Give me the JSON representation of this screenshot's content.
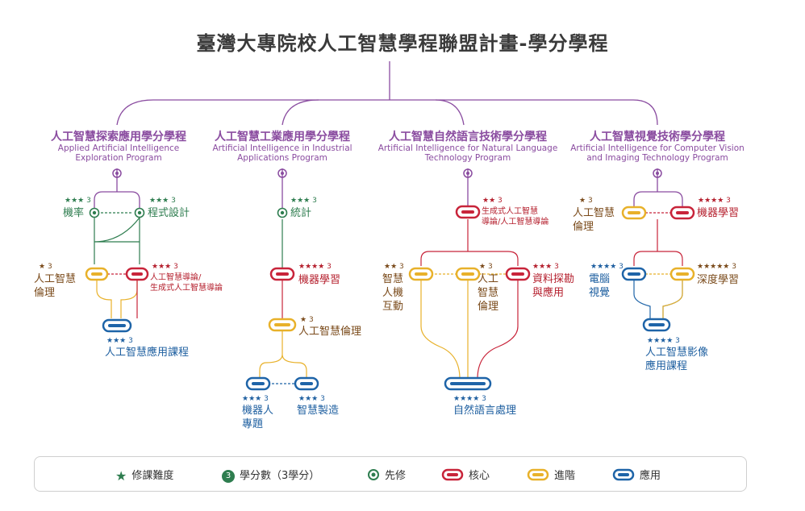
{
  "title": "臺灣大專院校人工智慧學程聯盟計畫-學分學程",
  "colors": {
    "purple": "#8a4ca0",
    "green": "#2e7d4f",
    "red": "#c8243a",
    "yellow": "#e8b12a",
    "blue": "#1e64a8"
  },
  "programs": [
    {
      "zh": "人工智慧探索應用學分學程",
      "en1": "Applied Artificial Intelligence",
      "en2": "Exploration Program"
    },
    {
      "zh": "人工智慧工業應用學分學程",
      "en1": "Artificial Intelligence in Industrial",
      "en2": "Applications Program"
    },
    {
      "zh": "人工智慧自然語言技術學分學程",
      "en1": "Artificial Intelligence for Natural Language",
      "en2": "Technology Program"
    },
    {
      "zh": "人工智慧視覺技術學分學程",
      "en1": "Artificial Intelligence for Computer Vision",
      "en2": "and Imaging Technology Program"
    }
  ],
  "courses": {
    "p1_prob": {
      "name": "機率",
      "stars": "★★★",
      "credits": "3",
      "type": "prerequisite"
    },
    "p1_prog": {
      "name": "程式設計",
      "stars": "★★★",
      "credits": "3",
      "type": "prerequisite"
    },
    "p1_ethics": {
      "name1": "人工智慧",
      "name2": "倫理",
      "stars": "★",
      "credits": "3",
      "type": "advanced"
    },
    "p1_intro": {
      "name1": "人工智慧導論/",
      "name2": "生成式人工智慧導論",
      "stars": "★★★",
      "credits": "3",
      "type": "core"
    },
    "p1_app": {
      "name": "人工智慧應用課程",
      "stars": "★★★",
      "credits": "3",
      "type": "application"
    },
    "p2_stat": {
      "name": "統計",
      "stars": "★★★",
      "credits": "3",
      "type": "prerequisite"
    },
    "p2_ml": {
      "name": "機器學習",
      "stars": "★★★★",
      "credits": "3",
      "type": "core"
    },
    "p2_ethics": {
      "name": "人工智慧倫理",
      "stars": "★",
      "credits": "3",
      "type": "advanced"
    },
    "p2_robot": {
      "name1": "機器人",
      "name2": "專題",
      "stars": "★★★",
      "credits": "3",
      "type": "application"
    },
    "p2_mfg": {
      "name": "智慧製造",
      "stars": "★★★",
      "credits": "3",
      "type": "application"
    },
    "p3_intro": {
      "name1": "生成式人工智慧",
      "name2": "導論/人工智慧導論",
      "stars": "★★",
      "credits": "3",
      "type": "core"
    },
    "p3_hci": {
      "name1": "智慧",
      "name2": "人機",
      "name3": "互動",
      "stars": "★★",
      "credits": "3",
      "type": "advanced"
    },
    "p3_ethics": {
      "name1": "人工",
      "name2": "智慧",
      "name3": "倫理",
      "stars": "★",
      "credits": "3",
      "type": "advanced"
    },
    "p3_dm": {
      "name1": "資料探勘",
      "name2": "與應用",
      "stars": "★★★",
      "credits": "3",
      "type": "core"
    },
    "p3_nlp": {
      "name": "自然語言處理",
      "stars": "★★★★",
      "credits": "3",
      "type": "application"
    },
    "p4_ethics": {
      "name1": "人工智慧",
      "name2": "倫理",
      "stars": "★",
      "credits": "3",
      "type": "advanced"
    },
    "p4_ml": {
      "name": "機器學習",
      "stars": "★★★★",
      "credits": "3",
      "type": "core"
    },
    "p4_cv": {
      "name1": "電腦",
      "name2": "視覺",
      "stars": "★★★★",
      "credits": "3",
      "type": "application"
    },
    "p4_dl": {
      "name": "深度學習",
      "stars": "★★★★★",
      "credits": "3",
      "type": "advanced"
    },
    "p4_img": {
      "name1": "人工智慧影像",
      "name2": "應用課程",
      "stars": "★★★★",
      "credits": "3",
      "type": "application"
    }
  },
  "legend": {
    "difficulty": "修課難度",
    "credit_num": "3",
    "credits": "學分數（3學分）",
    "prereq": "先修",
    "core": "核心",
    "advanced": "進階",
    "application": "應用"
  }
}
